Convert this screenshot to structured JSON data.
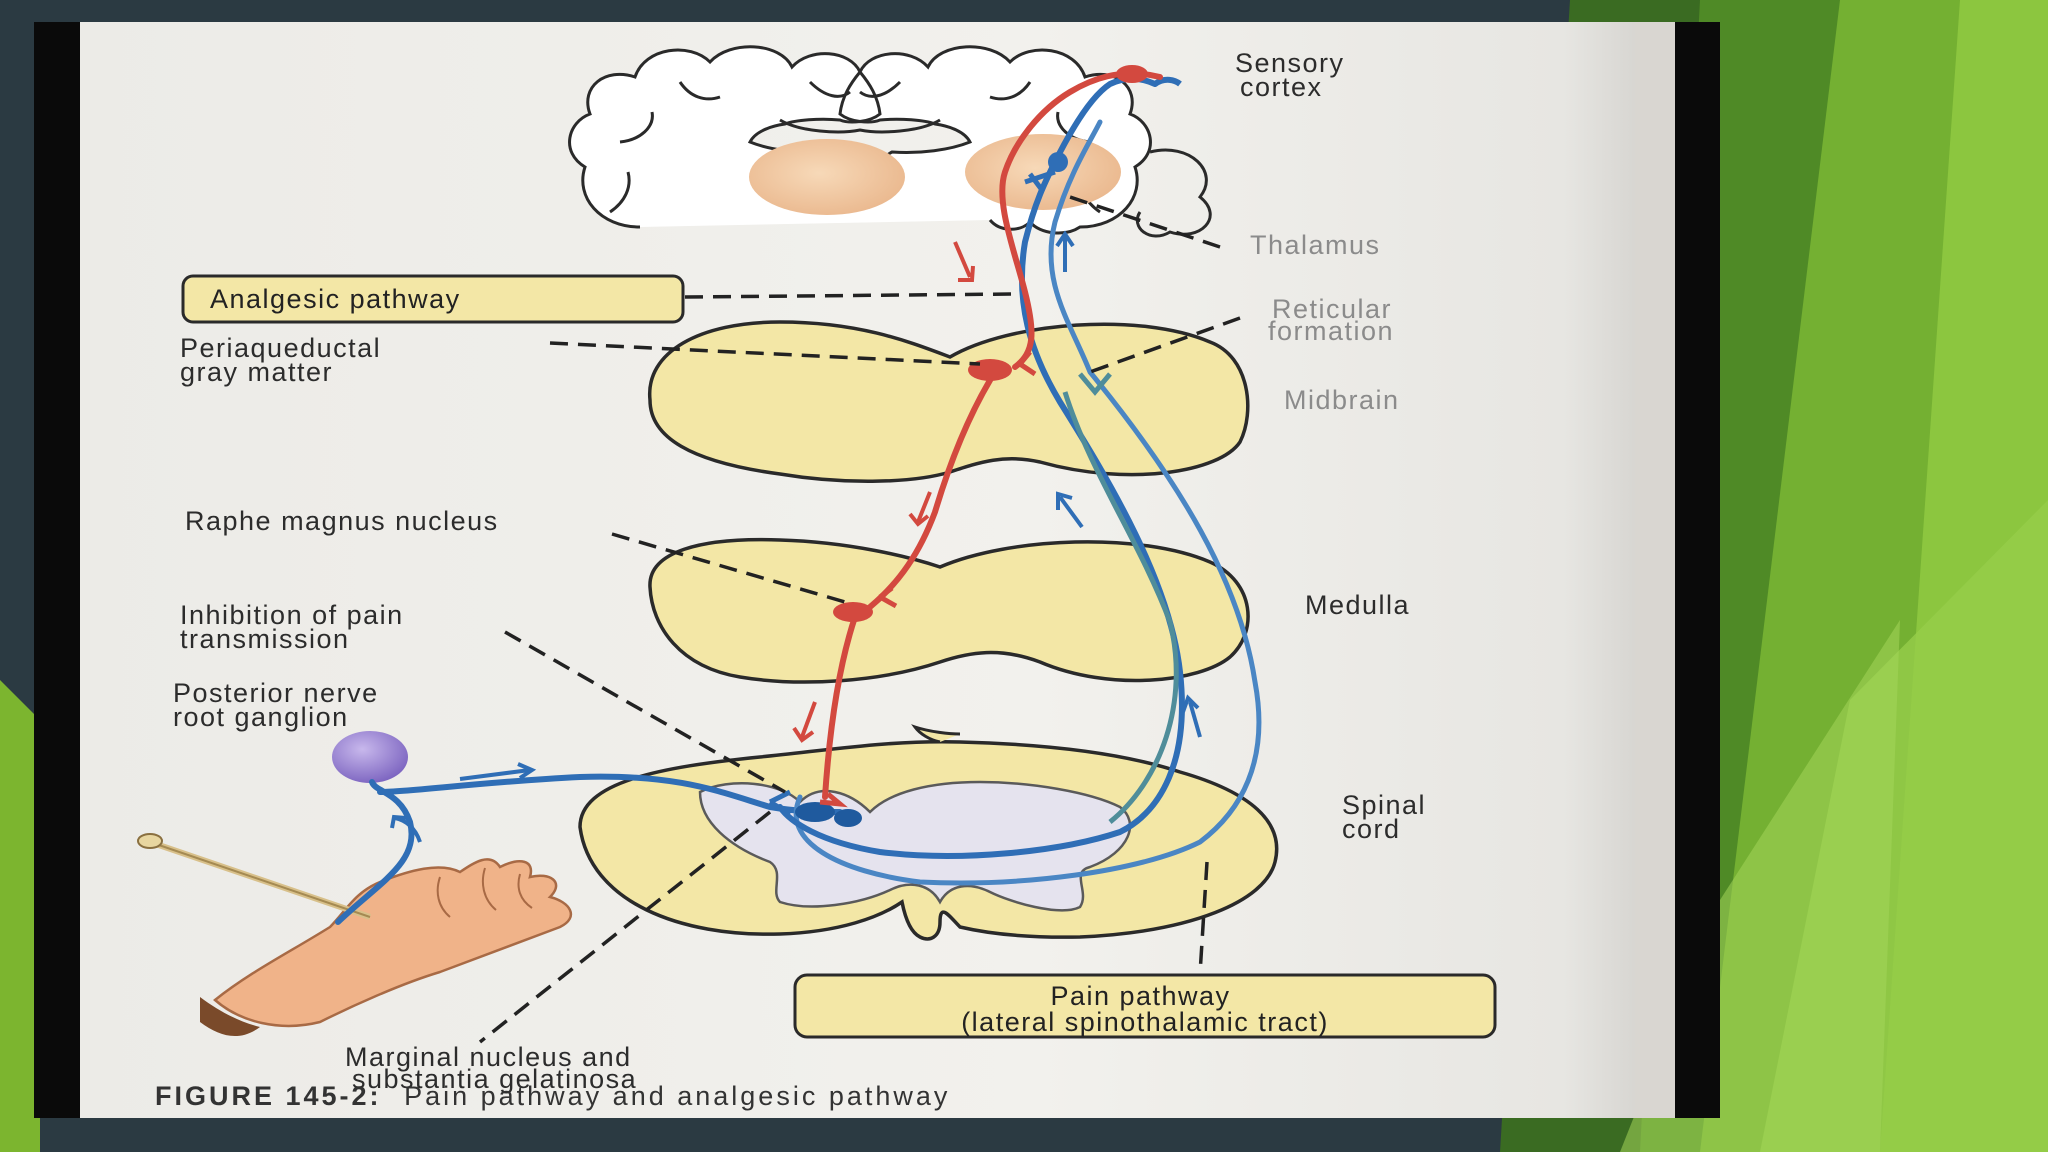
{
  "figure": {
    "caption_number": "FIGURE 145-2:",
    "caption_text": "Pain pathway and analgesic pathway"
  },
  "labels": {
    "sensory_cortex": [
      "Sensory",
      "cortex"
    ],
    "thalamus": "Thalamus",
    "analgesic_pathway": "Analgesic pathway",
    "reticular_formation": [
      "Reticular",
      "formation"
    ],
    "periaqueductal": [
      "Periaqueductal",
      "gray matter"
    ],
    "midbrain": "Midbrain",
    "raphe": "Raphe magnus nucleus",
    "medulla": "Medulla",
    "inhibition": [
      "Inhibition of pain",
      "transmission"
    ],
    "posterior_ganglion": [
      "Posterior nerve",
      "root ganglion"
    ],
    "spinal_cord": [
      "Spinal",
      "cord"
    ],
    "pain_pathway": [
      "Pain pathway",
      "(lateral spinothalamic tract)"
    ],
    "marginal": [
      "Marginal nucleus and",
      "substantia gelatinosa"
    ]
  },
  "colors": {
    "analgesic": "#d3493f",
    "pain": "#2f6eb6",
    "structure_fill": "#f3e7a6",
    "page": "#f1f0ec"
  }
}
